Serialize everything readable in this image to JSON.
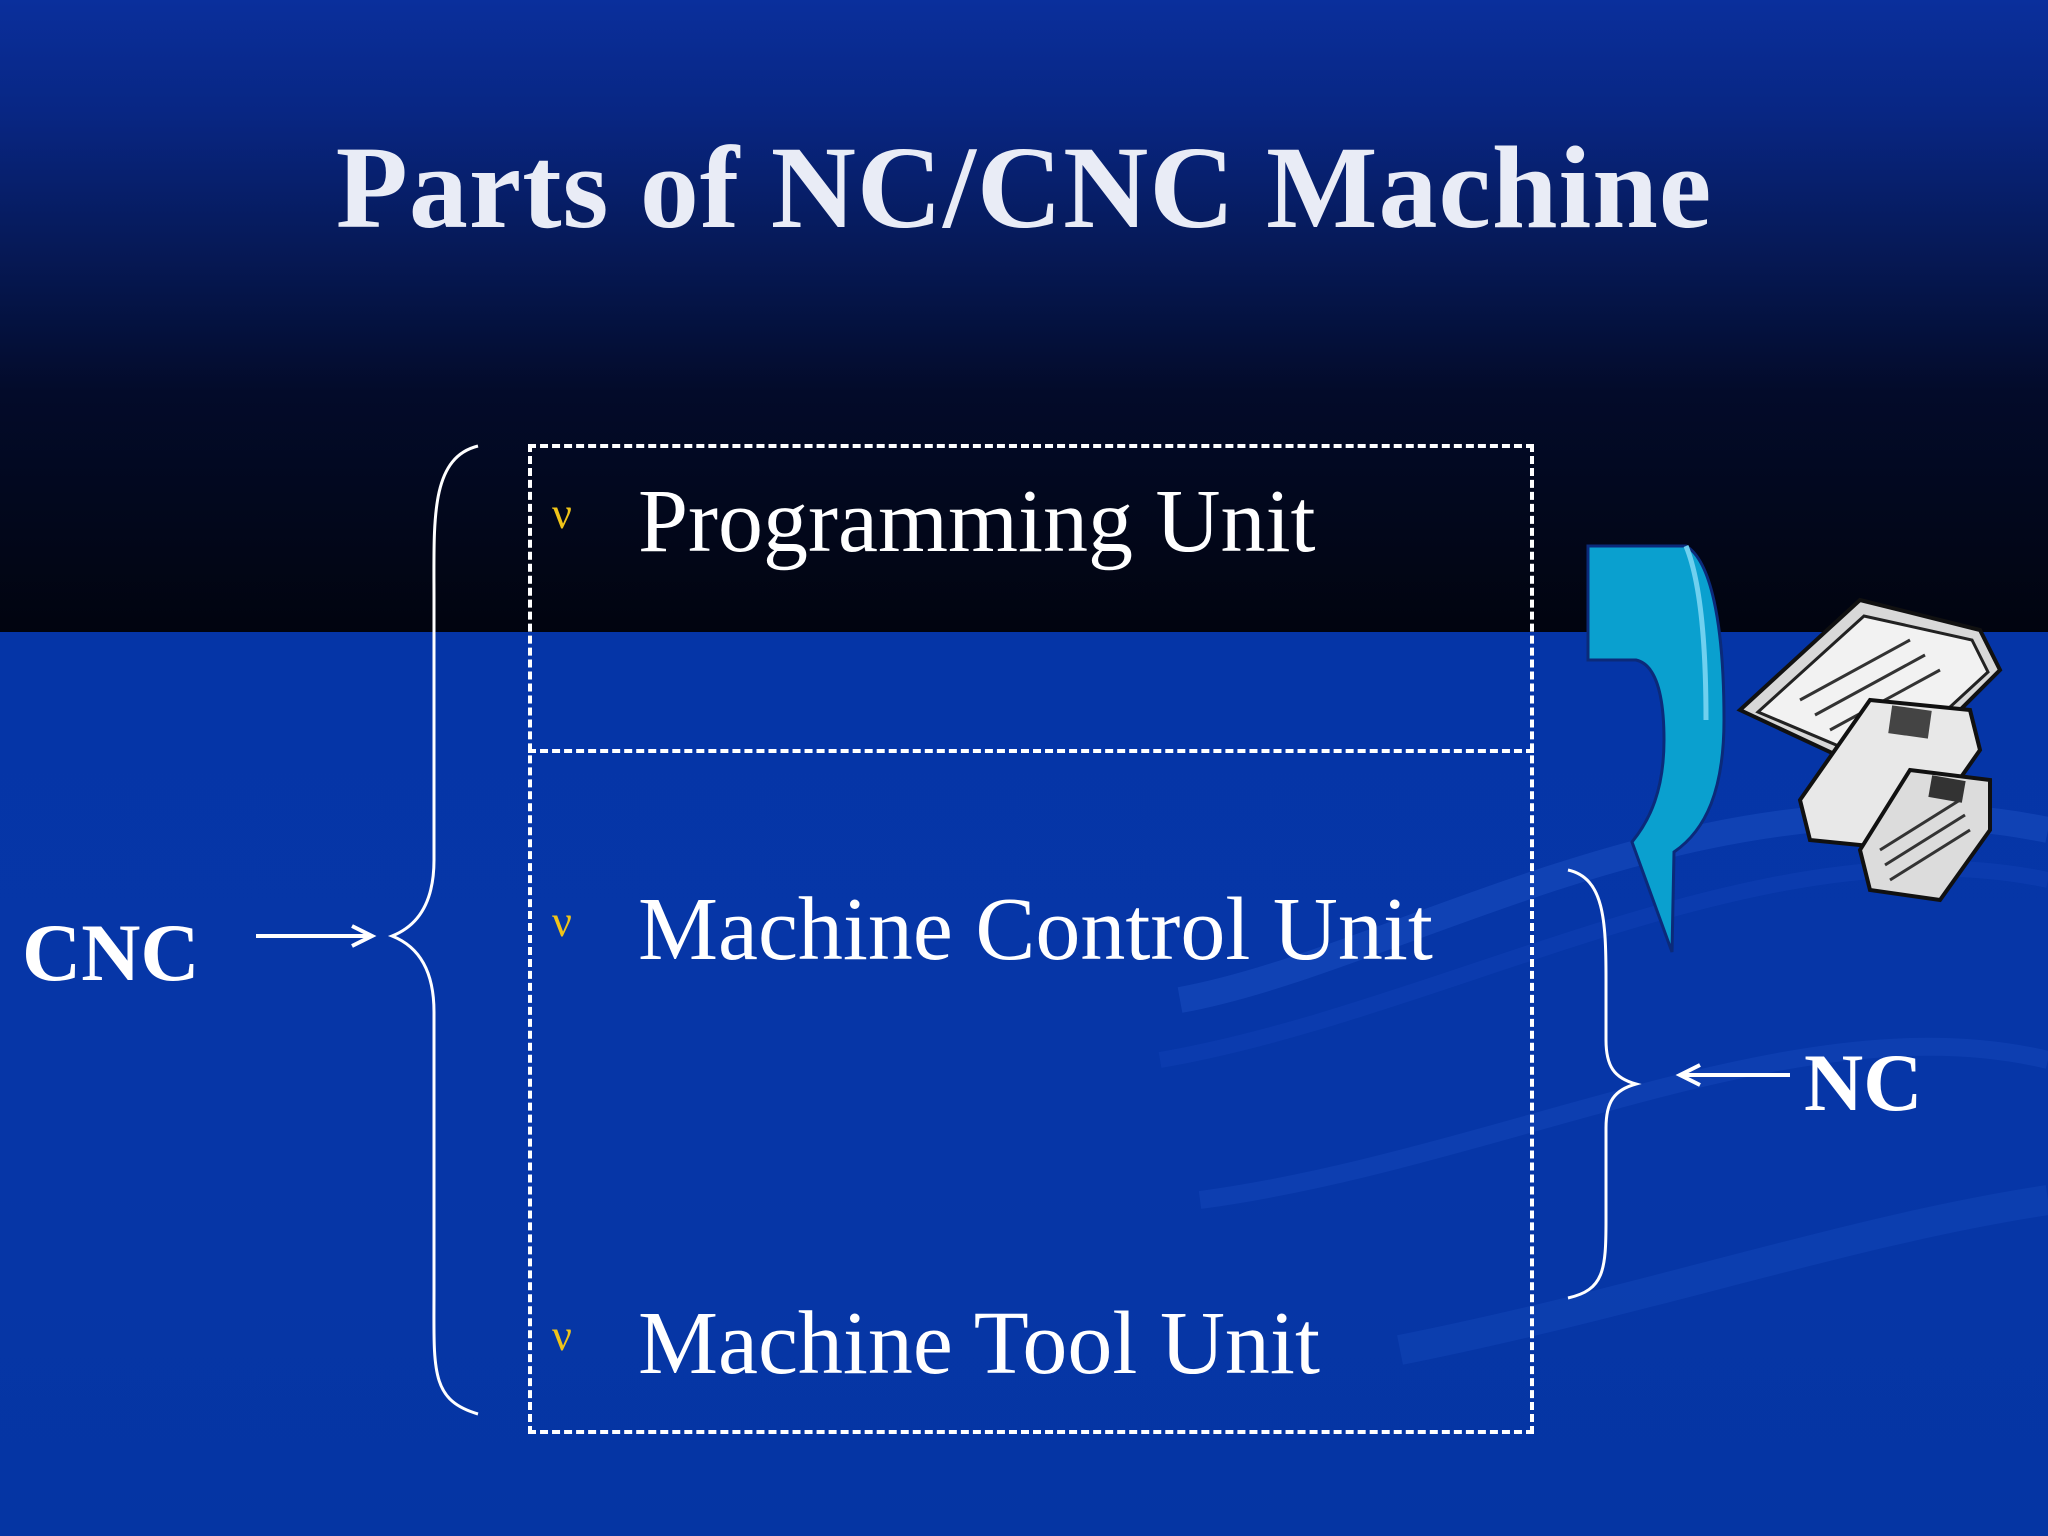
{
  "slide": {
    "title": "Parts of NC/CNC Machine",
    "colors": {
      "background_blue": "#0535a7",
      "background_dark": "#01040f",
      "text": "#ffffff",
      "bullet": "#f0c419",
      "arrow_fill": "#0aa0cf"
    }
  },
  "units": [
    {
      "bullet": "ν",
      "label": "Programming Unit"
    },
    {
      "bullet": "ν",
      "label": "Machine Control Unit"
    },
    {
      "bullet": "ν",
      "label": "Machine Tool Unit"
    }
  ],
  "groups": {
    "cnc": {
      "label": "CNC"
    },
    "nc": {
      "label": "NC"
    }
  },
  "icons": {
    "flow_arrow": "curved-down-arrow-icon",
    "disks": "floppy-disks-icon"
  }
}
